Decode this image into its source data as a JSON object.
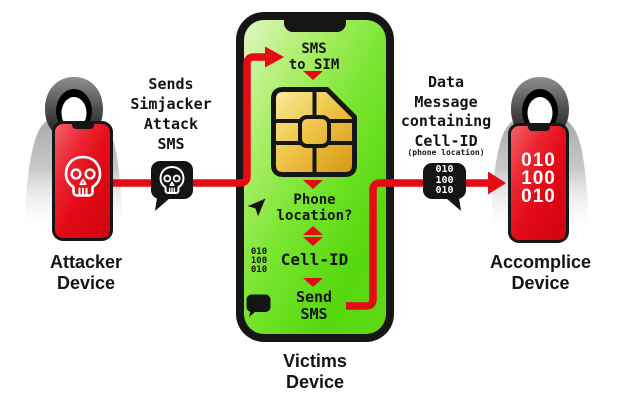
{
  "colors": {
    "red": "#e60a14",
    "ink": "#141414",
    "green_pale": "#e2f6c4",
    "green_light": "#b3ef73",
    "green_mid": "#7ce632",
    "green_deep": "#55d80d",
    "screen_red_light": "#f2616b",
    "screen_red": "#e30a16",
    "screen_red_deep": "#cf0310",
    "gold_light": "#f8eda0",
    "gold_mid": "#f0c64a",
    "gold_deep": "#d4950e",
    "bubble_black": "#141414"
  },
  "attacker": {
    "device_label": "Attacker\nDevice",
    "annotation": "Sends\nSimjacker\nAttack\nSMS"
  },
  "victim": {
    "device_label": "Victims\nDevice",
    "steps": {
      "sms_to_sim": "SMS\nto SIM",
      "phone_location": "Phone\nlocation?",
      "cell_id": "Cell-ID",
      "cell_id_binary": "010\n100\n010",
      "send_sms": "Send\nSMS"
    }
  },
  "accomplice": {
    "device_label": "Accomplice\nDevice",
    "screen_binary": "010\n100\n010",
    "annotation": "Data\nMessage\ncontaining\nCell-ID",
    "annotation_sub": "(phone location)",
    "bubble_binary": "010\n100\n010"
  }
}
